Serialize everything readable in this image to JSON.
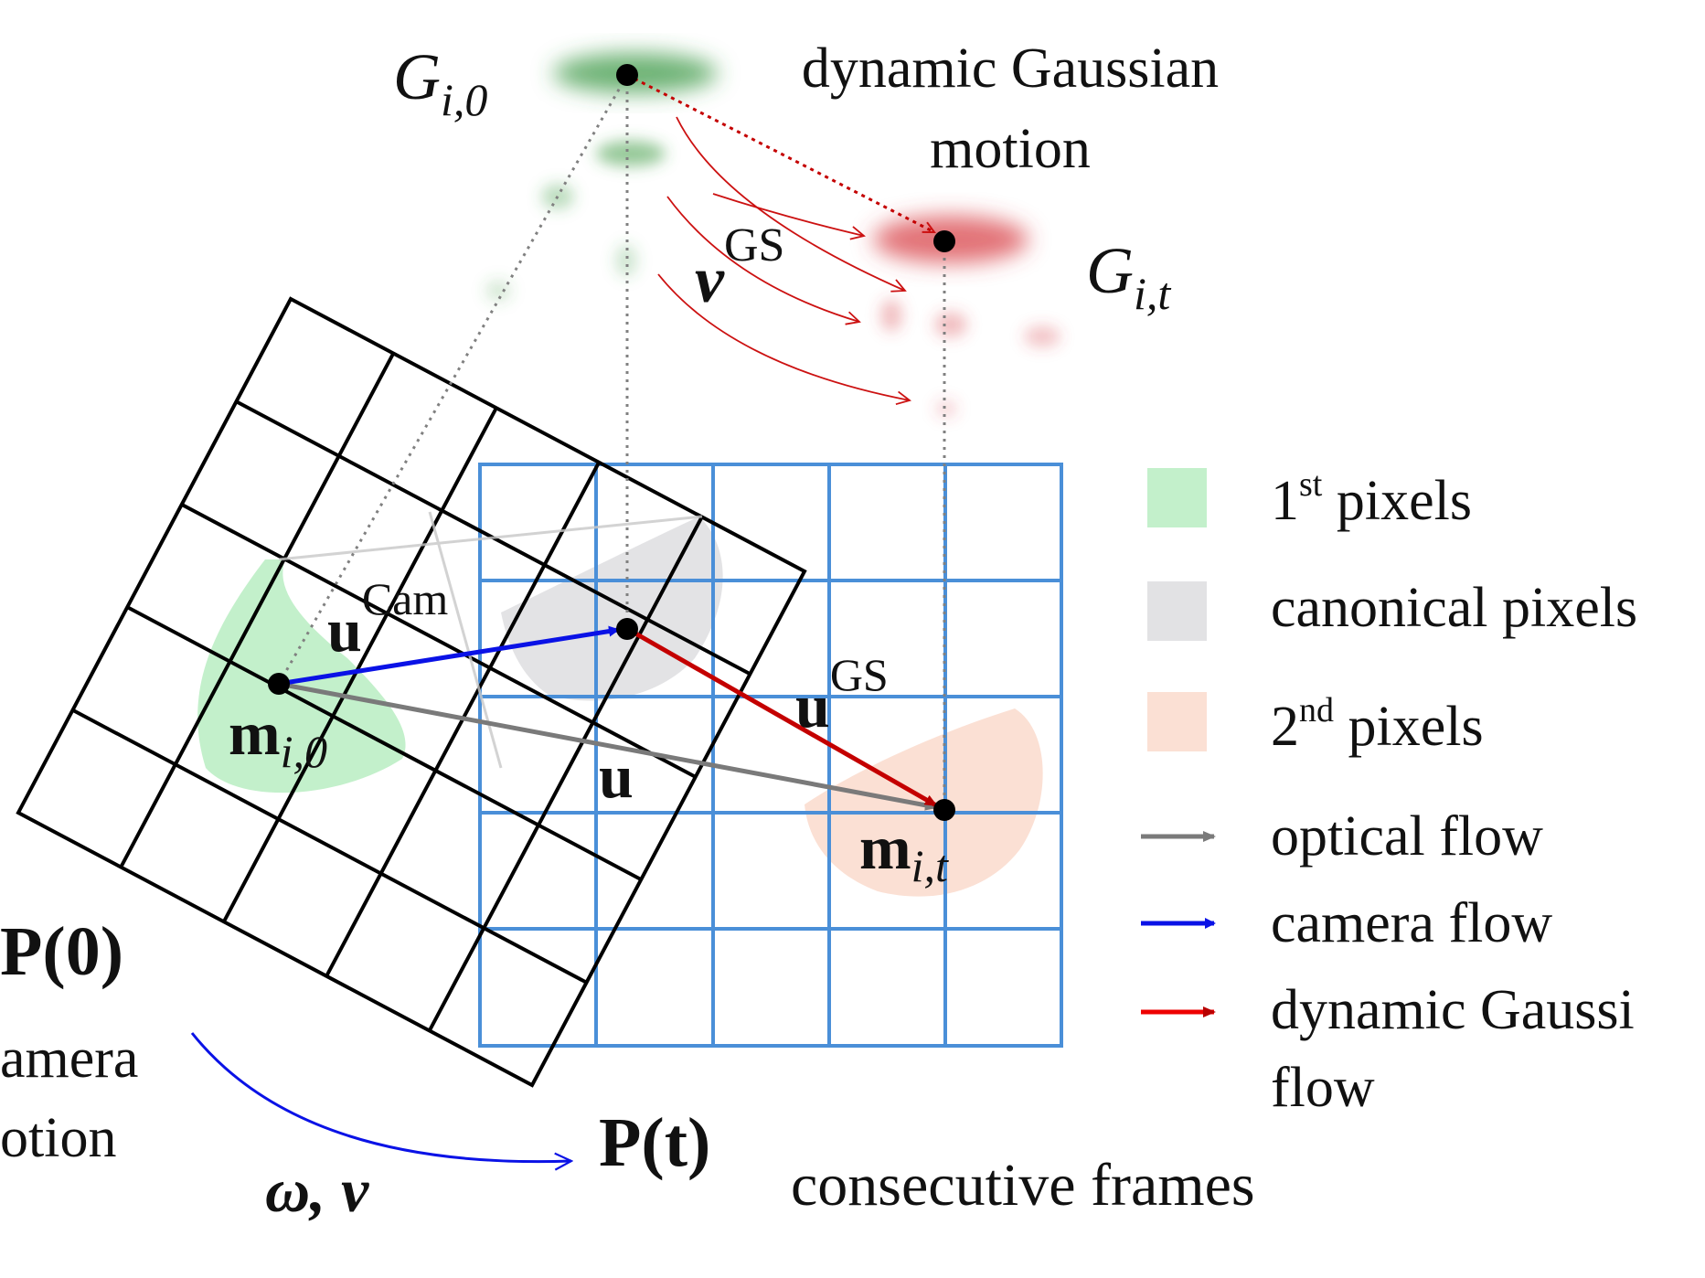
{
  "title_gaussian_motion": [
    "dynamic Gaussian",
    "motion"
  ],
  "label_gaussian_start": {
    "base": "G",
    "sub": "i,0"
  },
  "label_gaussian_end": {
    "base": "G",
    "sub": "i,t"
  },
  "label_gaussian_velocity": {
    "base": "v",
    "sup": "GS"
  },
  "label_camera_flow": {
    "base": "u",
    "sup": "Cam"
  },
  "label_gaussian_flow": {
    "base": "u",
    "sup": "GS"
  },
  "label_optical_flow": "u",
  "label_pixel_start": {
    "base": "m",
    "sub": "i,0"
  },
  "label_pixel_end": {
    "base": "m",
    "sub": "i,t"
  },
  "label_pose_start": "P(0)",
  "label_pose_end": "P(t)",
  "label_camera_motion": [
    "amera",
    "otion"
  ],
  "label_camera_velocity": "ω, v",
  "caption_frames": "consecutive frames",
  "legend": [
    {
      "label": "1",
      "sup": "st",
      "rest": " pixels",
      "color": "#c3f0cb"
    },
    {
      "label": "canonical pixels",
      "color": "#e2e2e4"
    },
    {
      "label": "2",
      "sup": "nd",
      "rest": " pixels",
      "color": "#fbe0d4"
    }
  ],
  "legend_arrows": [
    {
      "label": "optical flow",
      "color": "#888888"
    },
    {
      "label": "camera flow",
      "color": "#0000ee"
    },
    {
      "label": "dynamic Gaussi",
      "label2": "flow",
      "color": "#ee0000"
    }
  ],
  "colors": {
    "frame0_grid": "#000000",
    "framet_grid": "#4a8fd8",
    "camera_flow": "#0a12e6",
    "optical_flow": "#808080",
    "gaussian_flow": "#c40000",
    "gaussian_start": "#3f9a45",
    "gaussian_end": "#d8434a"
  }
}
